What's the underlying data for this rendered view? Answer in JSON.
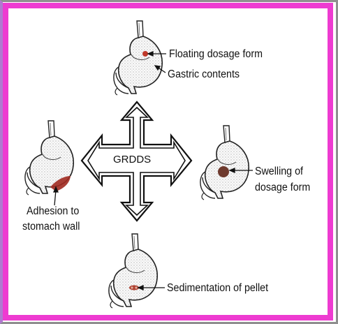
{
  "center_label": "GRDDS",
  "labels": {
    "floating": "Floating dosage form",
    "gastric": "Gastric contents",
    "swelling_line1": "Swelling of",
    "swelling_line2": "dosage form",
    "adhesion_line1": "Adhesion to",
    "adhesion_line2": "stomach wall",
    "sedimentation": "Sedimentation of pellet"
  },
  "colors": {
    "frame_accent": "#ee3bd1",
    "left_edge": "#b07ad0",
    "dosage_red": "#c0392b",
    "swelling_brown": "#6e3a2e"
  },
  "icons": [
    "stomach-icon",
    "four-way-arrow-icon"
  ]
}
